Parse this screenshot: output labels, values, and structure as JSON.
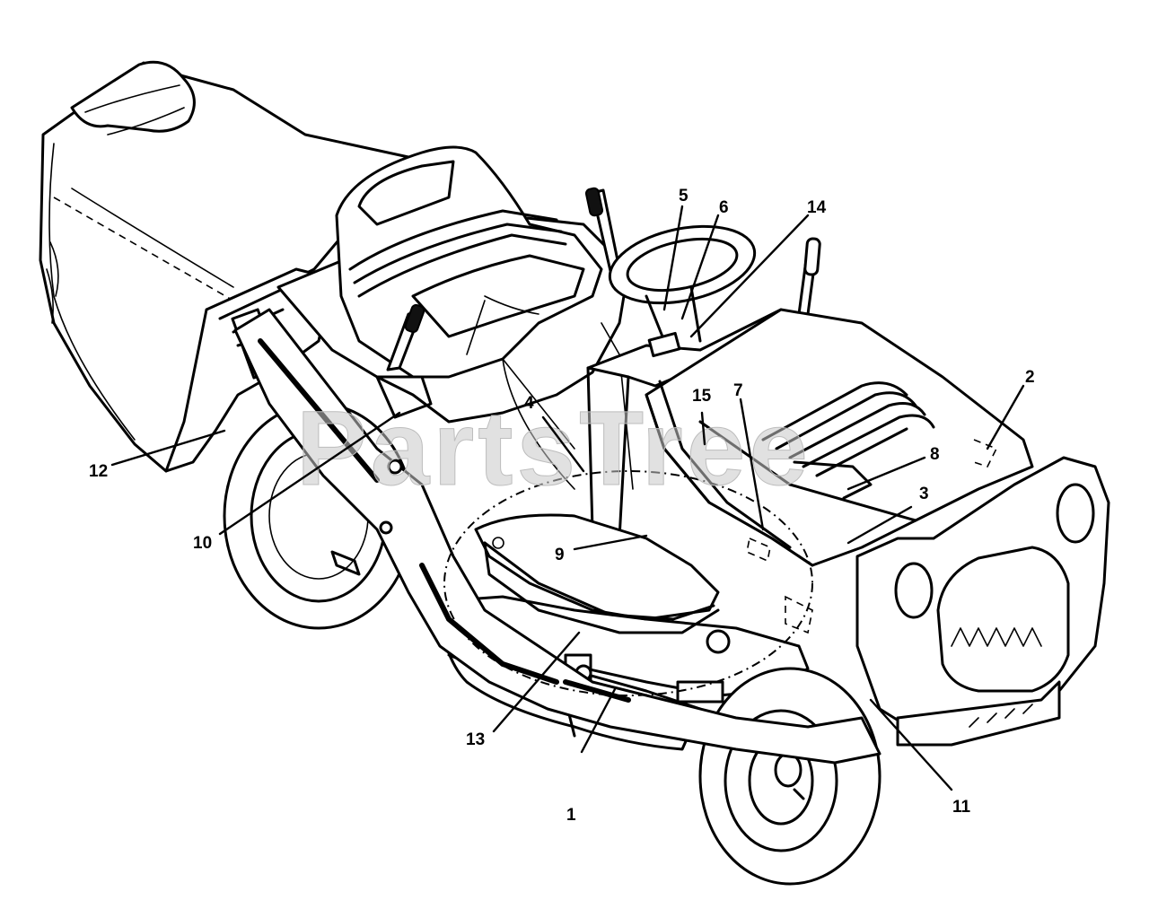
{
  "watermark": "PartsTree",
  "callouts": [
    {
      "id": "1",
      "label": "1"
    },
    {
      "id": "2",
      "label": "2"
    },
    {
      "id": "3",
      "label": "3"
    },
    {
      "id": "4",
      "label": "4"
    },
    {
      "id": "5",
      "label": "5"
    },
    {
      "id": "6",
      "label": "6"
    },
    {
      "id": "7",
      "label": "7"
    },
    {
      "id": "8",
      "label": "8"
    },
    {
      "id": "9",
      "label": "9"
    },
    {
      "id": "10",
      "label": "10"
    },
    {
      "id": "11",
      "label": "11"
    },
    {
      "id": "12",
      "label": "12"
    },
    {
      "id": "13",
      "label": "13"
    },
    {
      "id": "14",
      "label": "14"
    },
    {
      "id": "15",
      "label": "15"
    }
  ]
}
